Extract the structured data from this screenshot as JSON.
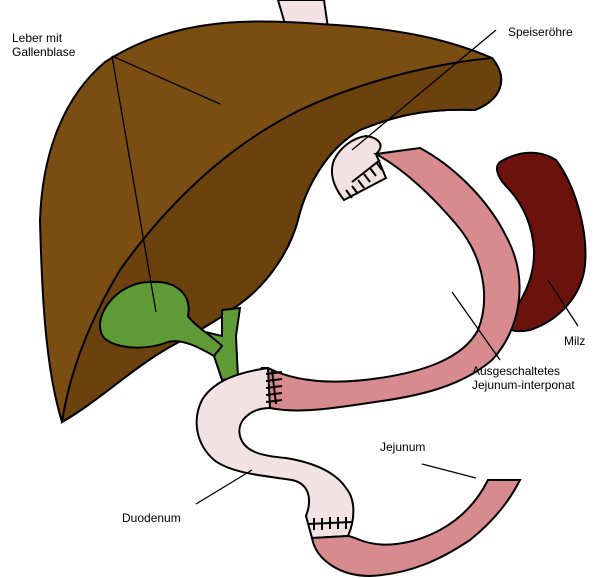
{
  "labels": {
    "liver": [
      "Leber mit",
      "Gallenblase"
    ],
    "esophagus": "Speiseröhre",
    "spleen": "Milz",
    "interponat": [
      "Ausgeschaltetes",
      "Jejunum-interponat"
    ],
    "jejunum": "Jejunum",
    "duodenum": "Duodenum"
  },
  "colors": {
    "liver": "#7a4d12",
    "liver_right_lobe": "#6b420e",
    "gallbladder": "#5e9a36",
    "spleen": "#6b120d",
    "esophagus_duodenum": "#f3e2e4",
    "jejunum": "#d88b8e",
    "outline": "#000000"
  }
}
